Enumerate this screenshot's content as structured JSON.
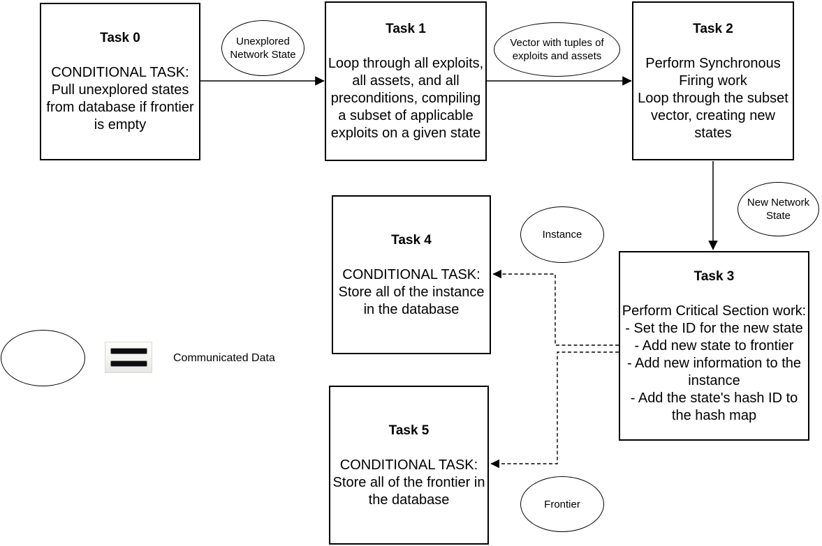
{
  "tasks": [
    {
      "id": "task-0",
      "title": "Task 0",
      "body": "CONDITIONAL TASK:\nPull unexplored states\nfrom database if frontier\nis empty"
    },
    {
      "id": "task-1",
      "title": "Task 1",
      "body": "Loop through all exploits,\nall assets, and all\npreconditions, compiling\na subset of applicable\nexploits on a given state"
    },
    {
      "id": "task-2",
      "title": "Task 2",
      "body": "Perform Synchronous\nFiring work\nLoop through the subset\nvector, creating new\nstates"
    },
    {
      "id": "task-3",
      "title": "Task 3",
      "body": "Perform Critical Section work:\n- Set the ID for the new state\n- Add new state to frontier\n- Add new information to the\ninstance\n- Add the state's hash ID to\nthe hash map"
    },
    {
      "id": "task-4",
      "title": "Task 4",
      "body": "CONDITIONAL TASK:\nStore all of the instance\nin the database"
    },
    {
      "id": "task-5",
      "title": "Task 5",
      "body": "CONDITIONAL TASK:\nStore all of the frontier in\nthe database"
    }
  ],
  "ovals": [
    {
      "id": "unexplored-network-state",
      "label": "Unexplored\nNetwork State"
    },
    {
      "id": "vector-with-tuples",
      "label": "Vector with tuples of\nexploits and assets"
    },
    {
      "id": "new-network-state",
      "label": "New Network\nState"
    },
    {
      "id": "instance",
      "label": "Instance"
    },
    {
      "id": "frontier",
      "label": "Frontier"
    }
  ],
  "legend": {
    "symbol": "oval-equals-icon",
    "label": "Communicated Data"
  },
  "colors": {
    "stroke": "#000000",
    "text": "#000000",
    "background": "#ffffff"
  }
}
